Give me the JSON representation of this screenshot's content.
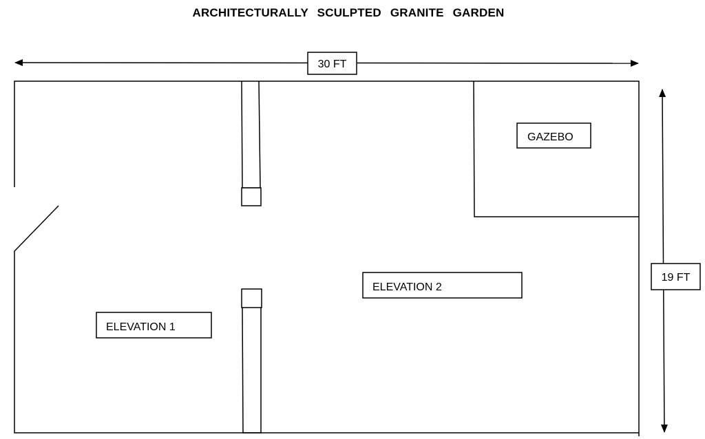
{
  "title": "ARCHITECTURALLY SCULPTED GRANITE GARDEN",
  "dimensions": {
    "width_label": "30 FT",
    "height_label": "19 FT"
  },
  "areas": {
    "gazebo": "GAZEBO",
    "elevation_1": "ELEVATION 1",
    "elevation_2": "ELEVATION 2"
  }
}
